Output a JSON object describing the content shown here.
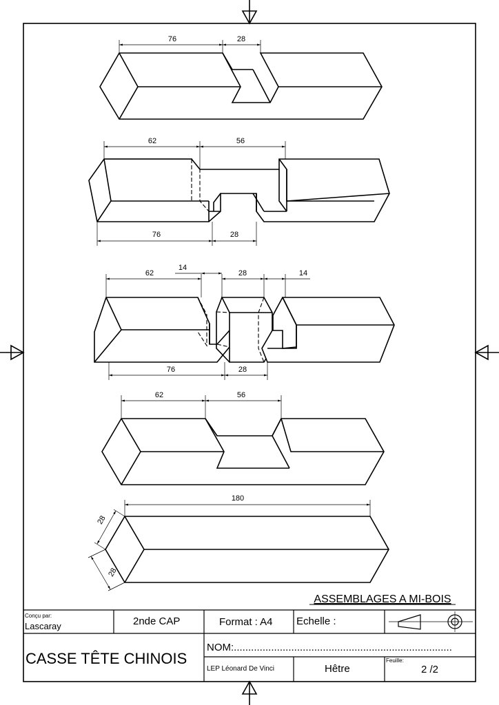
{
  "drawing": {
    "title": "ASSEMBLAGES A MI-BOIS",
    "views": [
      {
        "dims": [
          "76",
          "28"
        ]
      },
      {
        "dims_top": [
          "62",
          "56"
        ],
        "dims_bottom": [
          "76",
          "28"
        ]
      },
      {
        "dims_top": [
          "62",
          "14",
          "28",
          "14"
        ],
        "dims_bottom": [
          "76",
          "28"
        ]
      },
      {
        "dims": [
          "62",
          "56"
        ]
      },
      {
        "dims": [
          "180",
          "28",
          "28"
        ]
      }
    ]
  },
  "title_block": {
    "designed_by_label": "Conçu par:",
    "designed_by": "Lascaray",
    "class": "2nde CAP",
    "format": "Format : A4",
    "scale_label": "Echelle :",
    "part_title": "CASSE TÊTE CHINOIS",
    "name_field": "NOM:............................................................................",
    "school": "LEP Léonard De Vinci",
    "material": "Hêtre",
    "sheet_label": "Feuille:",
    "sheet": "2 /2"
  }
}
